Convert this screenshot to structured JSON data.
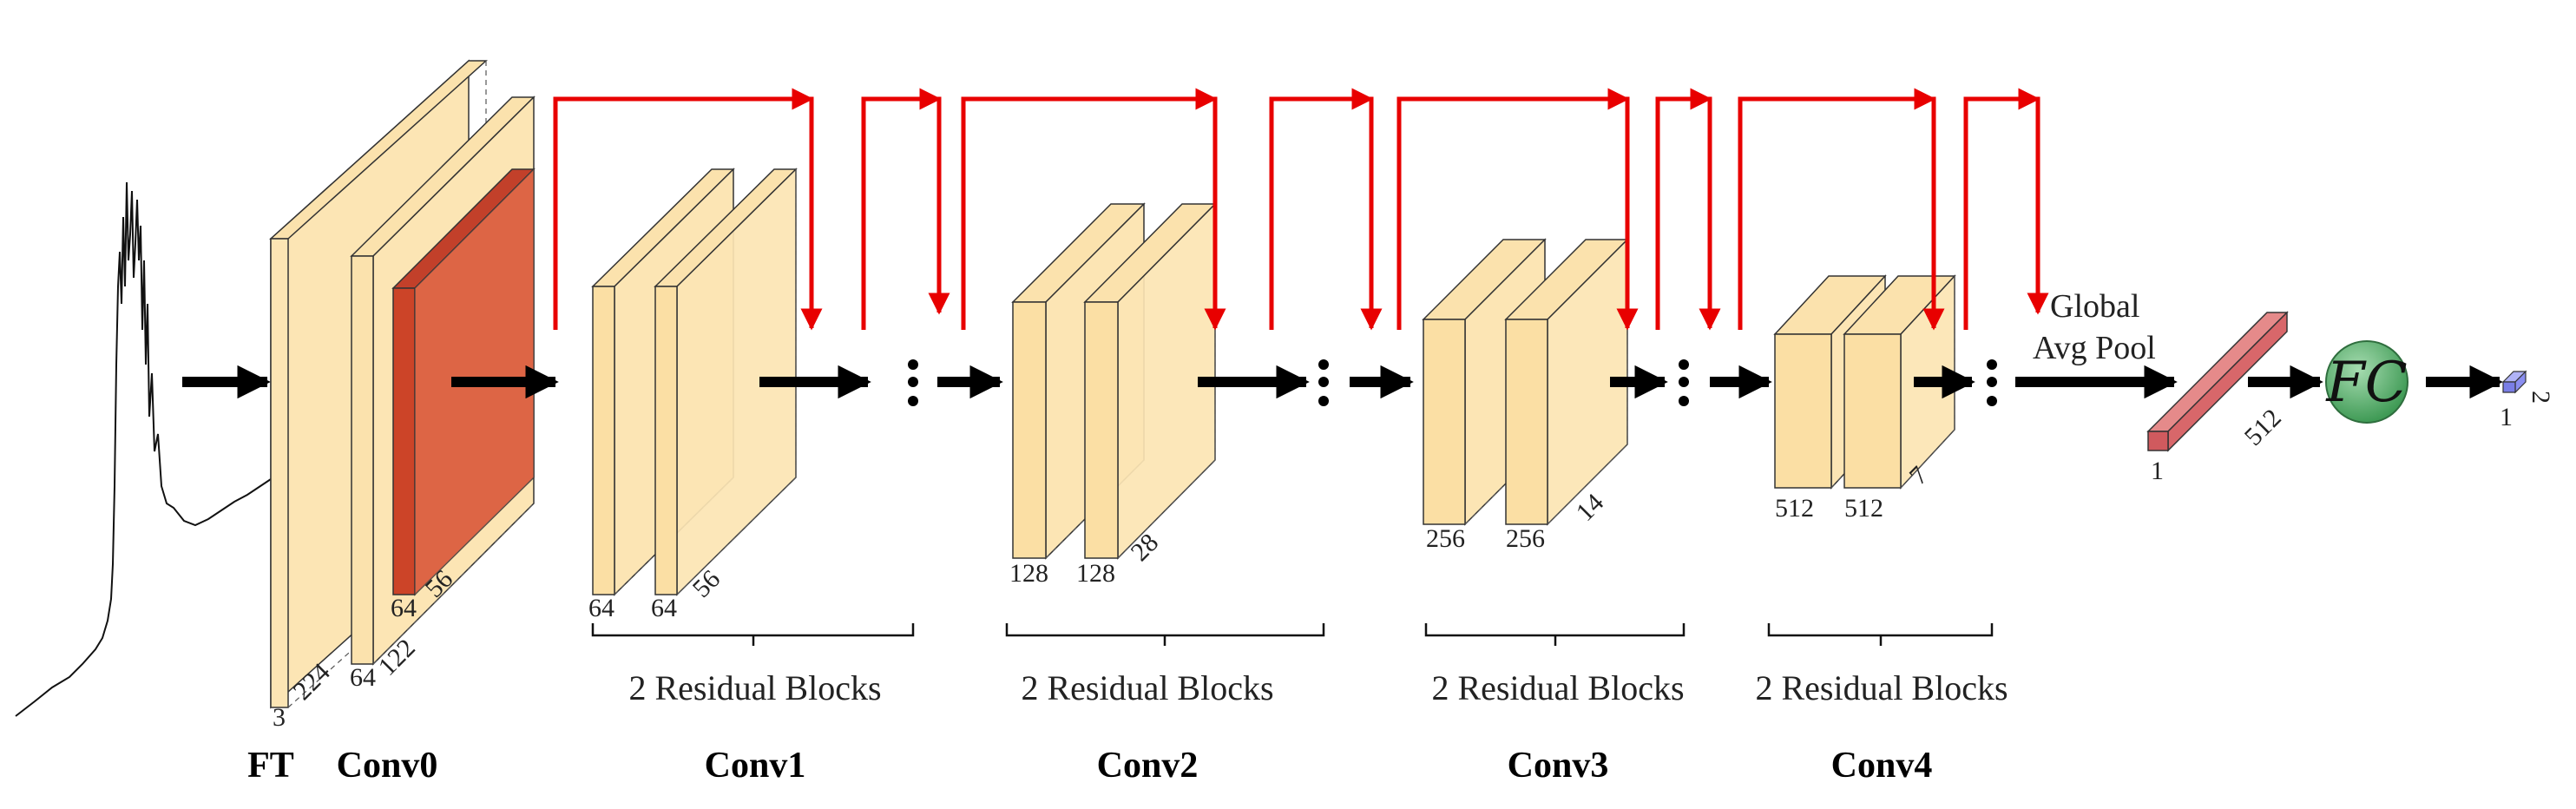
{
  "stages": {
    "ft": "FT",
    "conv0": "Conv0",
    "conv1": "Conv1",
    "conv2": "Conv2",
    "conv3": "Conv3",
    "conv4": "Conv4"
  },
  "residual_blocks": [
    "2 Residual Blocks",
    "2 Residual Blocks",
    "2 Residual Blocks",
    "2 Residual Blocks"
  ],
  "pool": {
    "line1": "Global",
    "line2": "Avg Pool"
  },
  "fc_label": "FC",
  "dims": {
    "input_channels": "3",
    "input_size": "224",
    "conv0_channels": "64",
    "conv0_size": "122",
    "pool0_channels": "64",
    "pool0_size": "56",
    "conv1_a": "64",
    "conv1_b": "64",
    "conv1_size": "56",
    "conv2_a": "128",
    "conv2_b": "128",
    "conv2_size": "28",
    "conv3_a": "256",
    "conv3_b": "256",
    "conv3_size": "14",
    "conv4_a": "512",
    "conv4_b": "512",
    "conv4_size": "7",
    "vec_width": "1",
    "vec_len": "512",
    "out_width": "1",
    "out_len": "2"
  },
  "colors": {
    "block_fill": "#fce5b4",
    "block_front": "#fbdfa4",
    "block_inner": "#f8d48a",
    "pool_red": "#d94a2a",
    "skip_red": "#e80000",
    "vector_red": "#d8676a",
    "fc_green": "#4daa62",
    "out_blue": "#8a8ef0"
  }
}
